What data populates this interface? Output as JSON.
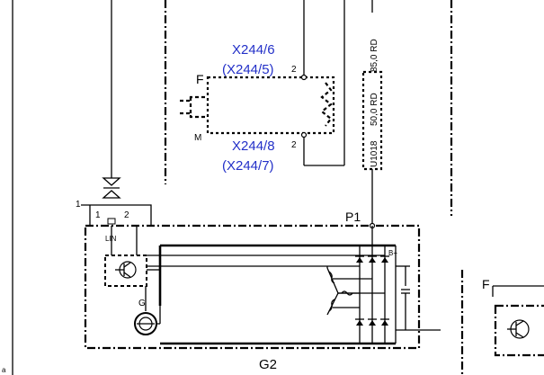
{
  "diagram": {
    "connector_top": {
      "pin_upper_label": "X244/6",
      "pin_upper_alt": "(X244/5)",
      "pin_lower_label": "X244/8",
      "pin_lower_alt": "(X244/7)",
      "pin_upper_number": "2",
      "pin_lower_number": "2",
      "side_label_f": "F",
      "side_label_m": "M"
    },
    "wire_labels": {
      "upper": "85,0 RD",
      "middle": "50,0 RD",
      "lower": "U1018"
    },
    "alternator": {
      "label": "G2",
      "terminal_p": "P1",
      "bplus": "B+",
      "lin": "LIN",
      "pin1": "1",
      "pin2": "2",
      "connector_index": "1",
      "generator": "G"
    },
    "right_block": {
      "label": "F"
    },
    "corner_mark": "a"
  },
  "colors": {
    "line": "#000000",
    "connector_text": "#2330c8"
  }
}
